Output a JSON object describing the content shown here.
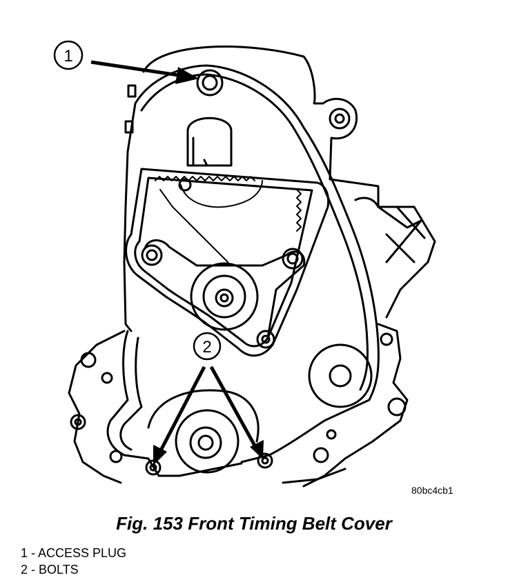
{
  "figure": {
    "code": "80bc4cb1",
    "caption": "Fig. 153 Front Timing Belt Cover"
  },
  "callouts": [
    {
      "number": "1"
    },
    {
      "number": "2"
    }
  ],
  "legend": [
    {
      "text": "1 - ACCESS PLUG"
    },
    {
      "text": "2 - BOLTS"
    }
  ]
}
